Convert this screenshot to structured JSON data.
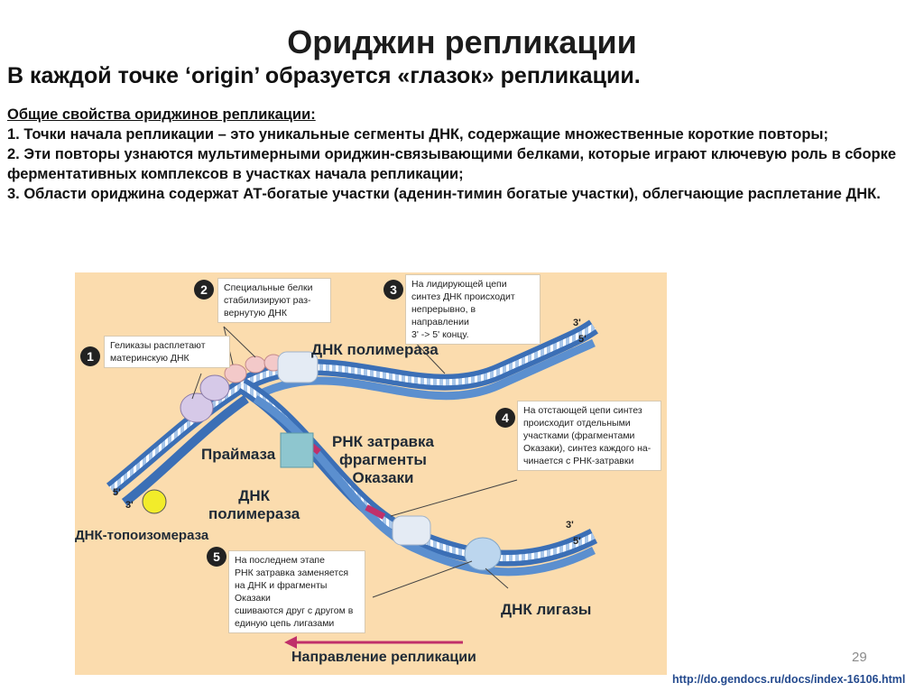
{
  "title": "Ориджин репликации",
  "subtitle": "В каждой точке ‘origin’ образуется «глазок» репликации.",
  "properties": {
    "heading": "Общие свойства ориджинов репликации:",
    "items": [
      "1. Точки начала репликации – это уникальные сегменты ДНК, содержащие множественные короткие повторы;",
      "2.   Эти повторы узнаются мультимерными ориджин-связывающими белками, которые играют ключевую роль в сборке ферментативных комплексов в участках начала репликации;",
      "3.  Области ориджина содержат АТ-богатые участки (аденин-тимин богатые участки), облегчающие расплетание ДНК."
    ]
  },
  "diagram": {
    "callouts": [
      {
        "number": "1",
        "text": "Геликазы расплетают\nматеринскую ДНК"
      },
      {
        "number": "2",
        "text": "Специальные белки\nстабилизируют раз-\nвернутую ДНК"
      },
      {
        "number": "3",
        "text": "На лидирующей цепи\nсинтез ДНК происходит\nнепрерывно, в направлении\n3' -> 5' концу."
      },
      {
        "number": "4",
        "text": "На отстающей цепи синтез\nпроисходит отдельными\nучастками (фрагментами\nОказаки), синтез каждого на-\nчинается с РНК-затравки"
      },
      {
        "number": "5",
        "text": "На последнем этапе\nРНК затравка заменяется\nна ДНК и фрагменты Оказаки\nсшиваются друг с другом в\nединую цепь лигазами"
      }
    ],
    "labels": {
      "dna_polymerase_top": "ДНК полимераза",
      "primase": "Праймаза",
      "rna_primer": "РНК затравка\nфрагменты\nОказаки",
      "dna_polymerase_bottom": "ДНК\nполимераза",
      "topoisomerase": "ДНК-топоизомераза",
      "ligase": "ДНК лигазы",
      "direction": "Направление репликации"
    },
    "strand_ends": {
      "top_3": "3'",
      "top_5": "5'",
      "bottom_3": "3'",
      "bottom_5": "5'",
      "left_5": "5'",
      "left_3": "3'"
    }
  },
  "page_number": "29",
  "source_url": "http://do.gendocs.ru/docs/index-16106.html",
  "colors": {
    "diagram_background": "#fbdcae",
    "strand": "#3b6fb6",
    "strand_light": "#a9c7ea",
    "primer": "#c0306a",
    "arrow": "#c0306a",
    "topoisomerase": "#f2ec2a"
  }
}
